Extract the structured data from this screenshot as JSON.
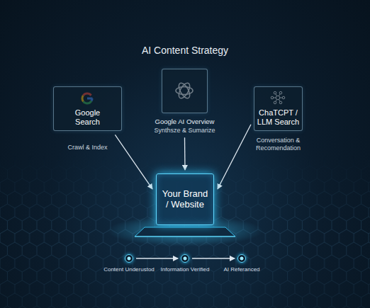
{
  "diagram": {
    "title": "AI Content Strategy",
    "nodes": [
      {
        "text": [
          "Google Search",
          "Crawl & Index"
        ]
      },
      {
        "text": [
          "Google AI Overview",
          "Synthsze & Sumarize"
        ]
      },
      {
        "text": [
          "ChaTCPT / LLM Search",
          "Conversation & Recomendation"
        ]
      },
      {
        "text": [
          "Your Brand / Website"
        ]
      },
      {
        "text": [
          "Content Underustod"
        ]
      },
      {
        "text": [
          "Information Verified"
        ]
      },
      {
        "text": [
          "AI Referanced"
        ]
      }
    ],
    "edges": [
      {
        "from": 0,
        "to": 3,
        "arrow": "to"
      },
      {
        "from": 1,
        "to": 3,
        "arrow": "to"
      },
      {
        "from": 2,
        "to": 3,
        "arrow": "to"
      },
      {
        "from": 4,
        "to": 5,
        "arrow": "to"
      },
      {
        "from": 5,
        "to": 6,
        "arrow": "to"
      }
    ]
  }
}
